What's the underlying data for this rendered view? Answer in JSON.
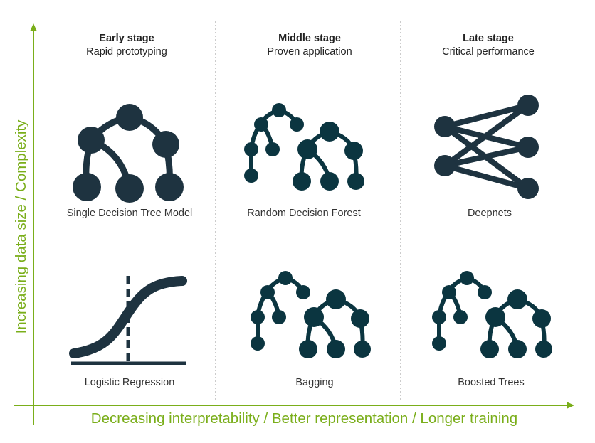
{
  "columns": [
    {
      "stage": "Early stage",
      "subtitle": "Rapid prototyping"
    },
    {
      "stage": "Middle stage",
      "subtitle": "Proven application"
    },
    {
      "stage": "Late stage",
      "subtitle": "Critical performance"
    }
  ],
  "models": {
    "top": [
      "Single Decision Tree Model",
      "Random Decision Forest",
      "Deepnets"
    ],
    "bottom": [
      "Logistic Regression",
      "Bagging",
      "Boosted Trees"
    ]
  },
  "axes": {
    "x_label": "Decreasing interpretability / Better representation / Longer training",
    "y_label": "Increasing data size / Complexity"
  },
  "colors": {
    "axis": "#7aae1a",
    "icon_dark": "#1e3340",
    "icon_teal": "#0b3540"
  }
}
